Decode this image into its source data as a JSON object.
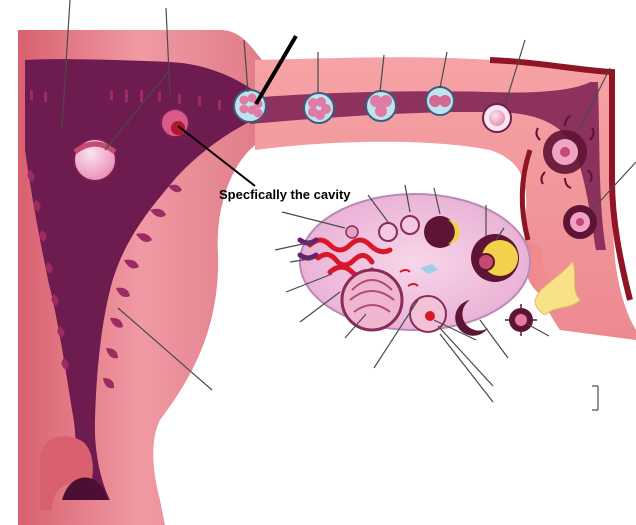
{
  "annotation": {
    "text": "Specfically the cavity"
  },
  "colors": {
    "uterus_wall": "#e67e8a",
    "uterus_wall_light": "#f4a7b0",
    "uterine_cavity": "#6e1b4f",
    "endometrium_edge": "#9c2a63",
    "tube_inner": "#7a1e53",
    "tube_outer": "#f08a8f",
    "tube_edge": "#8e1525",
    "ovary": "#f3c3e0",
    "ovary_edge": "#b98ab6",
    "follicle_dark": "#5e1434",
    "follicle_gold": "#f2d24b",
    "fimbria_yellow": "#f7e28a",
    "blood_red": "#d8182a",
    "leader_line": "#4a4a4a",
    "annotation_line": "#000000"
  },
  "icons": {
    "embryo_cells": "cell-cluster",
    "ovum": "oocyte",
    "follicle": "ovarian-follicle"
  }
}
